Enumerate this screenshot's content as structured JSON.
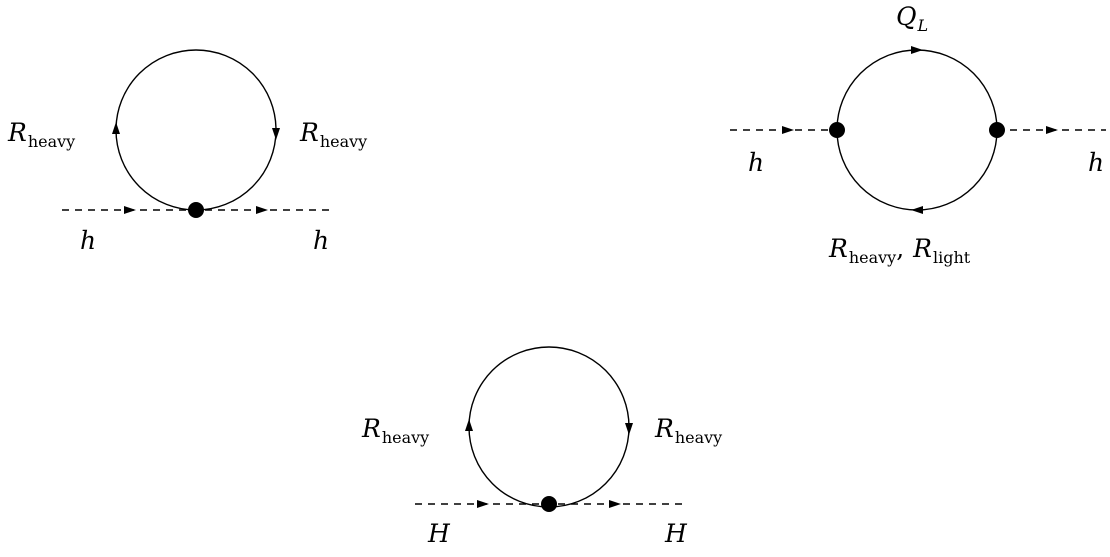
{
  "diagrams": [
    {
      "loop_left_label": {
        "symbol": "R",
        "subscript": "heavy"
      },
      "loop_right_label": {
        "symbol": "R",
        "subscript": "heavy"
      },
      "incoming_label": "h",
      "outgoing_label": "h"
    },
    {
      "loop_top_label": {
        "symbol": "Q",
        "subscript": "L"
      },
      "loop_bottom_label": {
        "symbol1": "R",
        "subscript1": "heavy",
        "separator": ",",
        "symbol2": "R",
        "subscript2": "light"
      },
      "incoming_label": "h",
      "outgoing_label": "h"
    },
    {
      "loop_left_label": {
        "symbol": "R",
        "subscript": "heavy"
      },
      "loop_right_label": {
        "symbol": "R",
        "subscript": "heavy"
      },
      "incoming_label": "H",
      "outgoing_label": "H"
    }
  ]
}
